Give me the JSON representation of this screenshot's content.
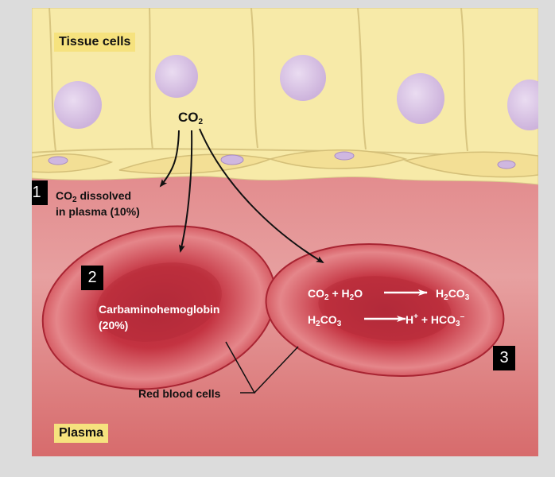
{
  "labels": {
    "tissue_cells": "Tissue cells",
    "plasma": "Plasma",
    "red_blood_cells": "Red blood cells",
    "co2": {
      "base": "CO",
      "sub": "2"
    },
    "dissolved": {
      "line1_a": "CO",
      "line1_sub": "2",
      "line1_b": " dissolved",
      "line2": "in plasma (10%)"
    },
    "carbamino": {
      "line1": "Carbaminohemoglobin",
      "line2": "(20%)"
    }
  },
  "reactions": {
    "r1_left": {
      "a": "CO",
      "a_sub": "2",
      "b": " + H",
      "b_sub": "2",
      "c": "O"
    },
    "r1_right": {
      "a": "H",
      "a_sub": "2",
      "b": "CO",
      "b_sub": "3"
    },
    "r2_left": {
      "a": "H",
      "a_sub": "2",
      "b": "CO",
      "b_sub": "3"
    },
    "r2_right": {
      "a": "H",
      "a_sup": "+",
      "b": " + HCO",
      "b_sub": "3",
      "b_sup": "–"
    }
  },
  "markers": [
    "1",
    "2",
    "3"
  ],
  "colors": {
    "tissue": "#f7eaa8",
    "nucleus": "#dcc4e8",
    "plasma": "#d1545c",
    "rbc": "#c8333f",
    "tag": "#f6e27e"
  }
}
